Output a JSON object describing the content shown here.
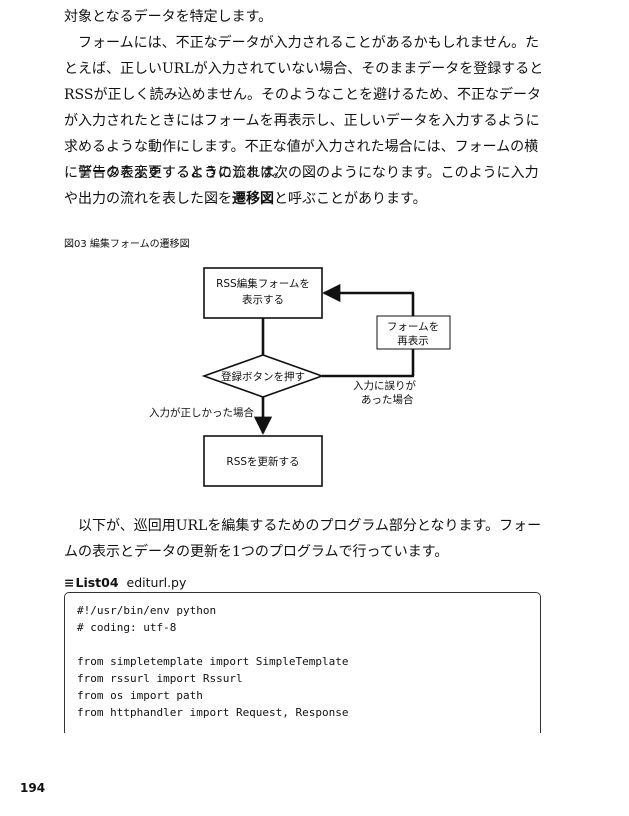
{
  "paragraphs": {
    "p1_lines": [
      "対象となるデータを特定します。",
      "フォームには、不正なデータが入力されることがあるかもしれません。た",
      "とえば、正しいURLが入力されていない場合、そのままデータを登録すると",
      "RSSが正しく読み込めません。そのようなことを避けるため、不正なデータ",
      "が入力されたときにはフォームを再表示し、正しいデータを入力するように",
      "求めるような動作にします。不正な値が入力された場合には、フォームの横",
      "に警告の表示をするようにします。"
    ],
    "p2_line1": "データを変更するときの流れは次の図のようになります。このように入力",
    "p2_line2_before": "や出力の流れを表した図を",
    "p2_term": "遷移図",
    "p2_line2_after": "と呼ぶことがあります。",
    "p3_line1": "以下が、巡回用URLを編集するためのプログラム部分となります。フォー",
    "p3_line2": "ムの表示とデータの更新を1つのプログラムで行っています。"
  },
  "figure": {
    "caption": "図03  編集フォームの遷移図",
    "box_form_line1": "RSS編集フォームを",
    "box_form_line2": "表示する",
    "decision": "登録ボタンを押す",
    "box_redisplay_line1": "フォームを",
    "box_redisplay_line2": "再表示",
    "label_error_line1": "入力に誤りが",
    "label_error_line2": "あった場合",
    "label_ok": "入力が正しかった場合",
    "box_update": "RSSを更新する"
  },
  "listing": {
    "glyph": "≡",
    "label": "List04",
    "filename": "editurl.py",
    "code": "#!/usr/bin/env python\n# coding: utf-8\n\nfrom simpletemplate import SimpleTemplate\nfrom rssurl import Rssurl\nfrom os import path\nfrom httphandler import Request, Response"
  },
  "page_number": "194"
}
